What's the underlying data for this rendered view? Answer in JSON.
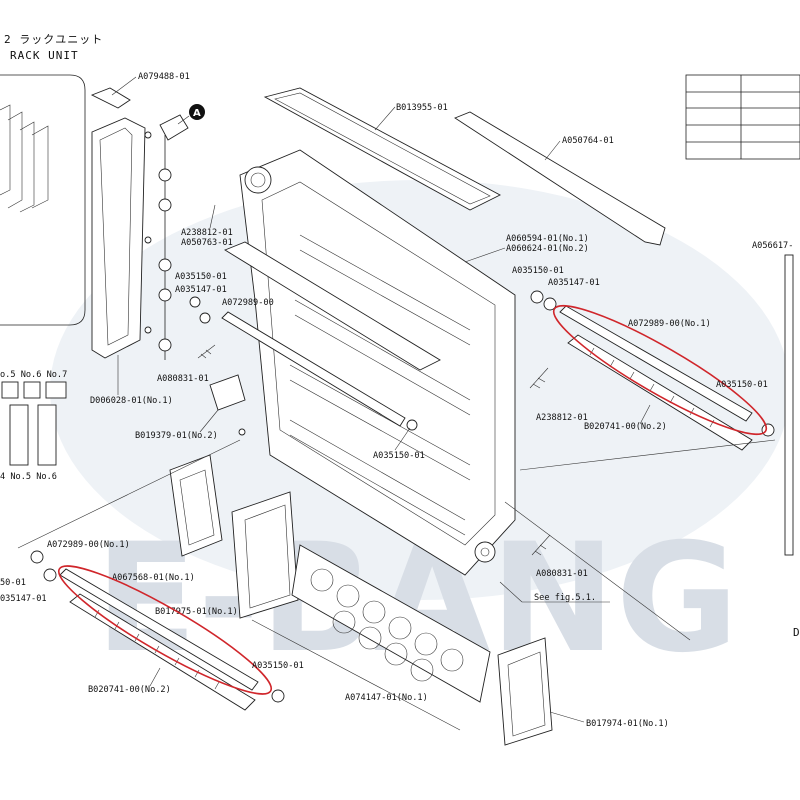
{
  "header": {
    "jp_title": "2 ラックユニット",
    "en_title": "RACK UNIT"
  },
  "watermark": "E-BANG",
  "callout_marker": "A",
  "labels": {
    "a079488": "A079488-01",
    "b013955": "B013955-01",
    "a050764": "A050764-01",
    "a238812_top": "A238812-01",
    "a050763": "A050763-01",
    "a060594": "A060594-01(No.1)",
    "a060624": "A060624-01(No.2)",
    "a035150_l": "A035150-01",
    "a035147_l": "A035147-01",
    "a072989_l": "A072989-00",
    "a035150_r": "A035150-01",
    "a035147_r": "A035147-01",
    "a072989_r": "A072989-00(No.1)",
    "a035150_r2": "A035150-01",
    "b020741_r": "B020741-00(No.2)",
    "a056617": "A056617-",
    "a080831_l": "A080831-01",
    "d006028": "D006028-01(No.1)",
    "b019379": "B019379-01(No.2)",
    "a238812_mid": "A238812-01",
    "a035150_mid": "A035150-01",
    "a080831_r": "A080831-01",
    "see_fig": "See fig.5.1.",
    "a072989_bl": "A072989-00(No.1)",
    "a067568": "A067568-01(No.1)",
    "a035150_bl_left": "50-01",
    "a035147_bl": "035147-01",
    "b017975": "B017975-01(No.1)",
    "a035150_bl": "A035150-01",
    "b020741_bl": "B020741-00(No.2)",
    "a074147": "A074147-01(No.1)",
    "b017974": "B017974-01(No.1)",
    "nos_top": "o.5 No.6 No.7",
    "nos_bottom": "4 No.5 No.6",
    "right_edge_d": "D"
  }
}
